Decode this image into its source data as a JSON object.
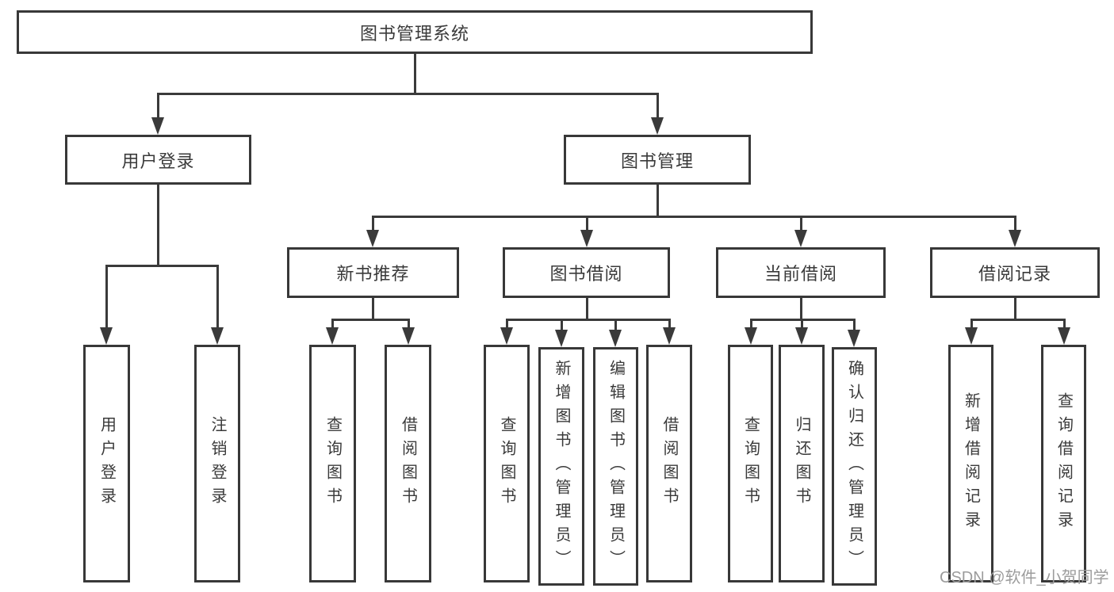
{
  "nodes": {
    "root": "图书管理系统",
    "user_login": "用户登录",
    "book_management": "图书管理",
    "new_book_recommend": "新书推荐",
    "book_borrow": "图书借阅",
    "current_borrow": "当前借阅",
    "borrow_records": "借阅记录"
  },
  "leaves": {
    "login": [
      "用户登录",
      "注销登录"
    ],
    "recommend": [
      "查询图书",
      "借阅图书"
    ],
    "borrow": [
      "查询图书",
      "新增图书（管理员）",
      "编辑图书（管理员）",
      "借阅图书"
    ],
    "current": [
      "查询图书",
      "归还图书",
      "确认归还（管理员）"
    ],
    "records": [
      "新增借阅记录",
      "查询借阅记录"
    ]
  },
  "watermark": "CSDN @软件_小贺同学",
  "colors": {
    "line": "#3a3a3a",
    "border": "#383838",
    "text": "#3a3a3a",
    "watermark": "#9c9c9c",
    "background": "#ffffff"
  }
}
